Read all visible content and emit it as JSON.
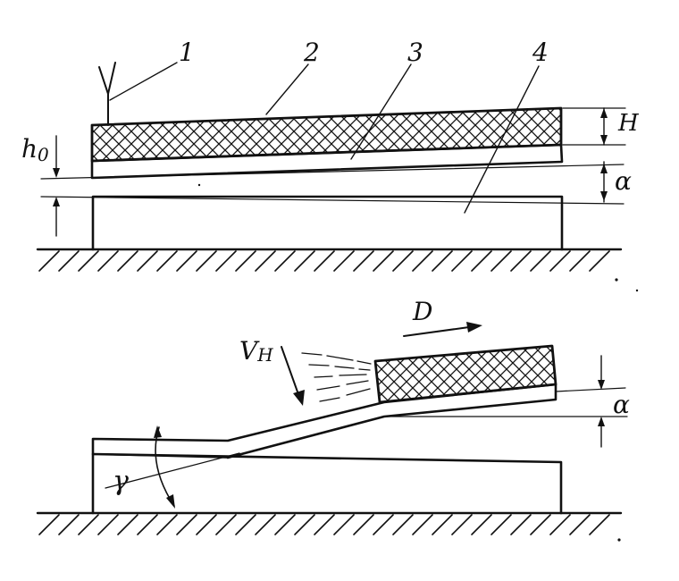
{
  "top_view": {
    "callouts": [
      "1",
      "2",
      "3",
      "4"
    ],
    "dims": {
      "h0": "h",
      "h0_sub": "0",
      "H": "H",
      "alpha": "α"
    }
  },
  "bottom_view": {
    "direction": "D",
    "velocity": "V",
    "velocity_sub": "H",
    "alpha": "α",
    "gamma": "γ"
  },
  "colors": {
    "ink": "#111111",
    "background": "#ffffff"
  }
}
